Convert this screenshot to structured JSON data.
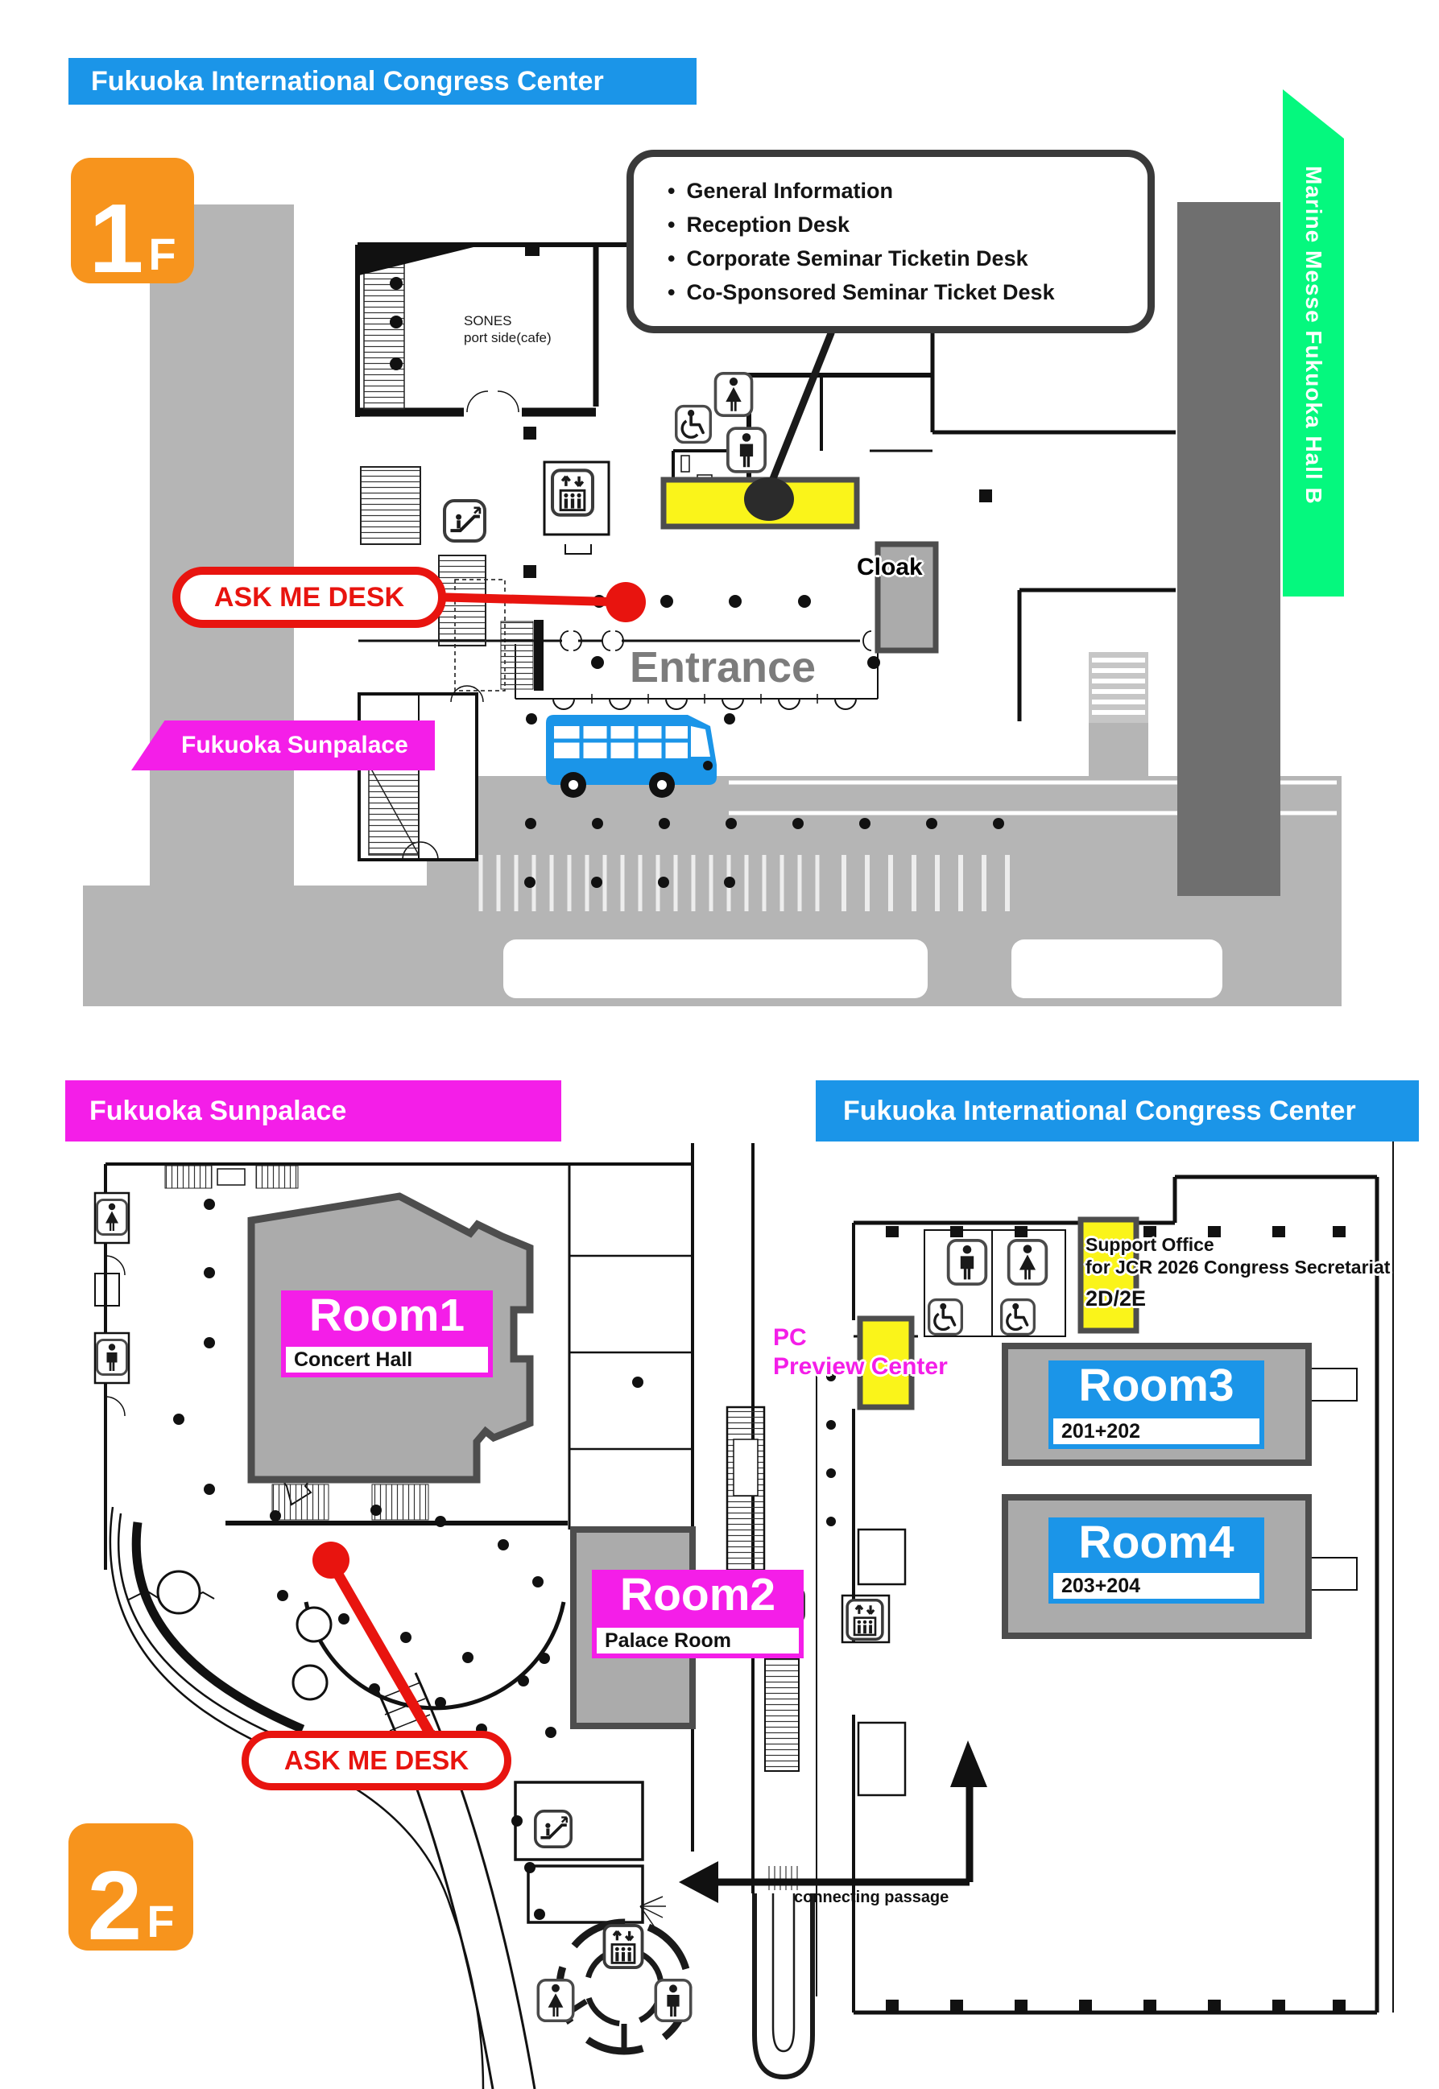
{
  "colors": {
    "blue": "#1B95E8",
    "magenta": "#F41EE8",
    "green": "#05F87E",
    "orange": "#F7941D",
    "yellow": "#FAF41A",
    "red": "#E8140F",
    "road_gray": "#B5B5B5",
    "building_dark_gray": "#6F6F6F",
    "room_fill_gray": "#ABABAB",
    "wall_gray": "#4D4D4D"
  },
  "floor1": {
    "badge": {
      "level": "1",
      "suffix": "F"
    },
    "banner": "Fukuoka International Congress Center",
    "callout_items": [
      "General Information",
      "Reception Desk",
      "Corporate Seminar Ticketin Desk",
      "Co-Sponsored Seminar Ticket Desk"
    ],
    "marine_messe_banner": "Marine Messe Fukuoka Hall B",
    "cafe_label": {
      "line1": "SONES",
      "line2": "port side(cafe)"
    },
    "cloak_label": "Cloak",
    "entrance_label": "Entrance",
    "ask_me_desk_label": "ASK ME DESK",
    "sunpalace_banner": "Fukuoka Sunpalace"
  },
  "floor2": {
    "badge": {
      "level": "2",
      "suffix": "F"
    },
    "banner_sunpalace": "Fukuoka Sunpalace",
    "banner_congress": "Fukuoka International Congress Center",
    "rooms": [
      {
        "name": "Room1",
        "subtitle": "Concert Hall"
      },
      {
        "name": "Room2",
        "subtitle": "Palace Room"
      },
      {
        "name": "Room3",
        "subtitle": "201+202"
      },
      {
        "name": "Room4",
        "subtitle": "203+204"
      }
    ],
    "pc_preview_center": {
      "line1": "PC",
      "line2": "Preview Center"
    },
    "support_office": {
      "line1": "Support Office",
      "line2": "for JCR 2026 Congress Secretariat",
      "room_code": "2D/2E"
    },
    "ask_me_desk_label": "ASK ME DESK",
    "connecting_passage_label": "connecting passage"
  },
  "icons": {
    "mens_restroom": "man pictogram",
    "womens_restroom": "woman pictogram",
    "accessible_restroom": "wheelchair pictogram",
    "elevator": "elevator pictogram",
    "escalator": "escalator pictogram"
  }
}
